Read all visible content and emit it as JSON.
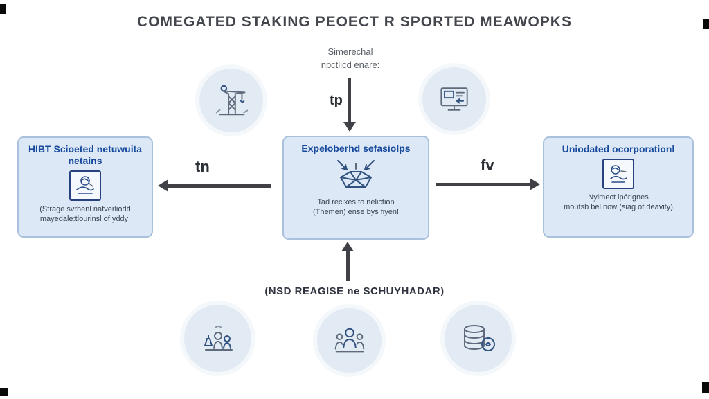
{
  "title": "COMEGATED STAKING PEOECT R SPORTED MEAWOPKS",
  "subtitle": {
    "line1": "Simerechal",
    "line2": "npctlicd enare:"
  },
  "arrows": {
    "top_label": "tp",
    "left_label": "tn",
    "right_label": "fv"
  },
  "boxes": {
    "left": {
      "heading": "HIBT Scioeted netuwuita netains",
      "body": "(Strage svrhenl nafverliodd\nmayedale:tlourinsl of yddy!"
    },
    "center": {
      "heading": "Expeloberhd sefasiolps",
      "body": "Tad recixes to neliction\n(Themen) ense bys fiyen!"
    },
    "right": {
      "heading": "Uniodated ocorporationl",
      "body": "Nylmect ipórignes\nmoutsb bel now (siag of deavity)"
    }
  },
  "bottom_caption": "(NSD REAGISE ne SCHUYHADAR)",
  "icons": {
    "top_left": "crane-icon",
    "top_right": "monitor-icon",
    "left_box": "scribble-seal-icon",
    "center_box": "converging-network-icon",
    "right_box": "scribble-seal-icon",
    "bottom_left": "lab-figures-icon",
    "bottom_center": "people-group-icon",
    "bottom_right": "coin-stack-icon"
  },
  "colors": {
    "accent_blue": "#17499c",
    "box_bg": "#dce8f6",
    "box_border": "#a9c1dd",
    "circle_bg": "#e2eaf4",
    "arrow": "#3f4146",
    "title_text": "#43464d"
  }
}
